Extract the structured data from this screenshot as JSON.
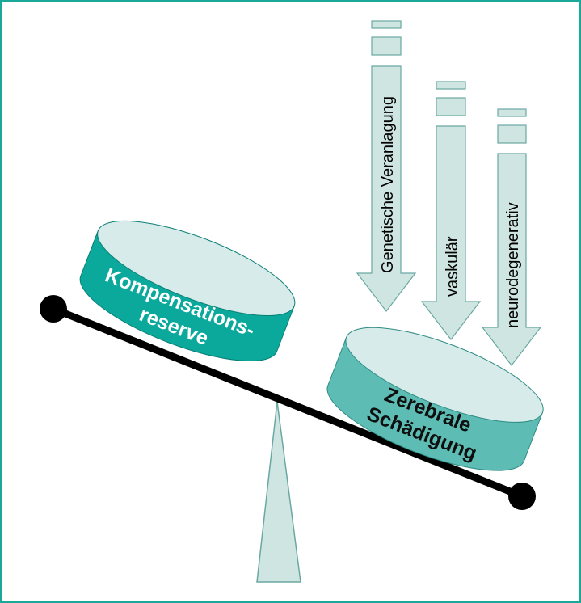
{
  "colors": {
    "frame": "#1aa89b",
    "left_cylinder": "#0ba99c",
    "left_cylinder_top": "#d7ecea",
    "right_cylinder": "#5dbdb4",
    "right_cylinder_top": "#d7ecea",
    "arrow_fill": "#cfe5e2",
    "arrow_stroke": "#6aa8a2",
    "fulcrum": "#cfe5e2",
    "beam": "#000000"
  },
  "left_weight": {
    "line1": "Kompensations-",
    "line2": "reserve"
  },
  "right_weight": {
    "line1": "Zerebrale",
    "line2": "Schädigung"
  },
  "arrows": [
    {
      "label": "Genetische Veranlagung"
    },
    {
      "label": "vaskulär"
    },
    {
      "label": "neurodegenerativ"
    }
  ]
}
